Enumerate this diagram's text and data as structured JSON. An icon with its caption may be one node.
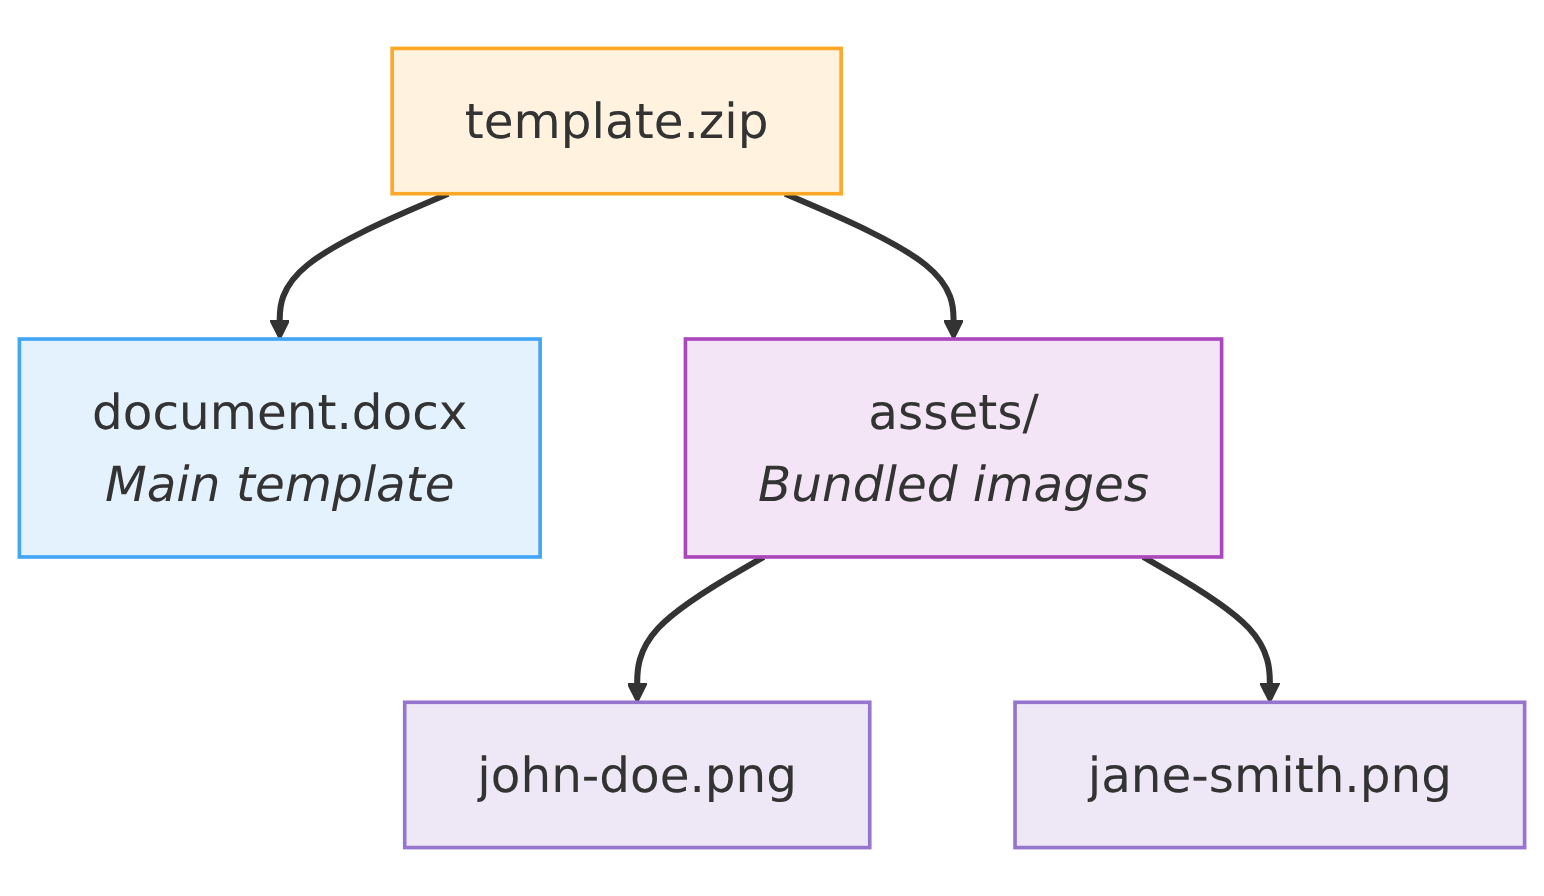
{
  "diagram": {
    "nodes": [
      {
        "text": [
          "template.zip"
        ]
      },
      {
        "text": [
          "document.docx",
          "Main template"
        ]
      },
      {
        "text": [
          "assets/",
          "Bundled images"
        ]
      },
      {
        "text": [
          "john-doe.png"
        ]
      },
      {
        "text": [
          "jane-smith.png"
        ]
      }
    ],
    "edges": [
      {
        "from": 0,
        "to": 1,
        "arrow": "to"
      },
      {
        "from": 0,
        "to": 2,
        "arrow": "to"
      },
      {
        "from": 2,
        "to": 3,
        "arrow": "to"
      },
      {
        "from": 2,
        "to": 4,
        "arrow": "to"
      }
    ]
  }
}
